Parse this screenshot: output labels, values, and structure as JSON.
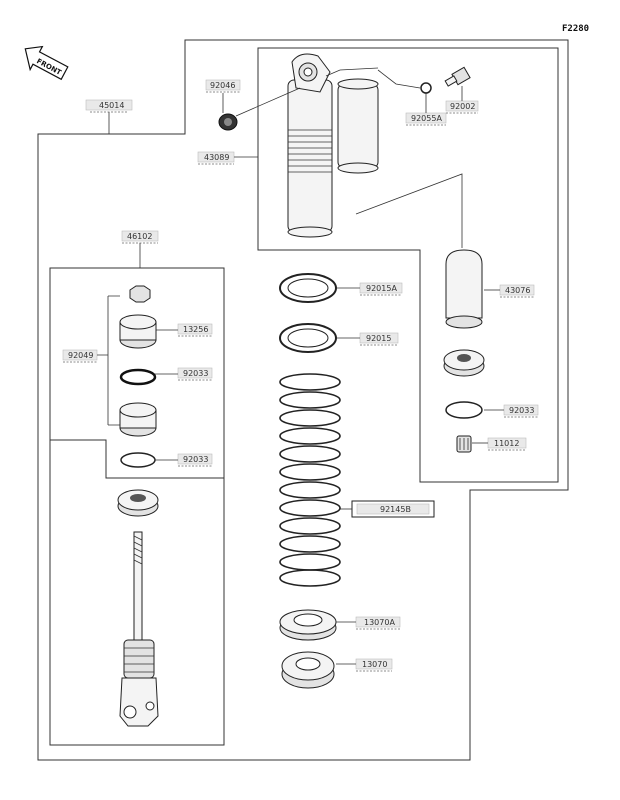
{
  "figure_code": "F2280",
  "front_label": "FRONT",
  "labels": {
    "assembly": "45014",
    "spring_guide_assy": "46102",
    "damper_kit": "92049",
    "p92046": "92046",
    "p43089": "43089",
    "p92055a": "92055A",
    "p92002": "92002",
    "p92015a": "92015A",
    "p92015": "92015",
    "p43076": "43076",
    "p92033_right": "92033",
    "p11012": "11012",
    "p13256": "13256",
    "p92033_mid": "92033",
    "p92033_left": "92033",
    "p92145b": "92145B",
    "p13070a": "13070A",
    "p13070": "13070"
  }
}
